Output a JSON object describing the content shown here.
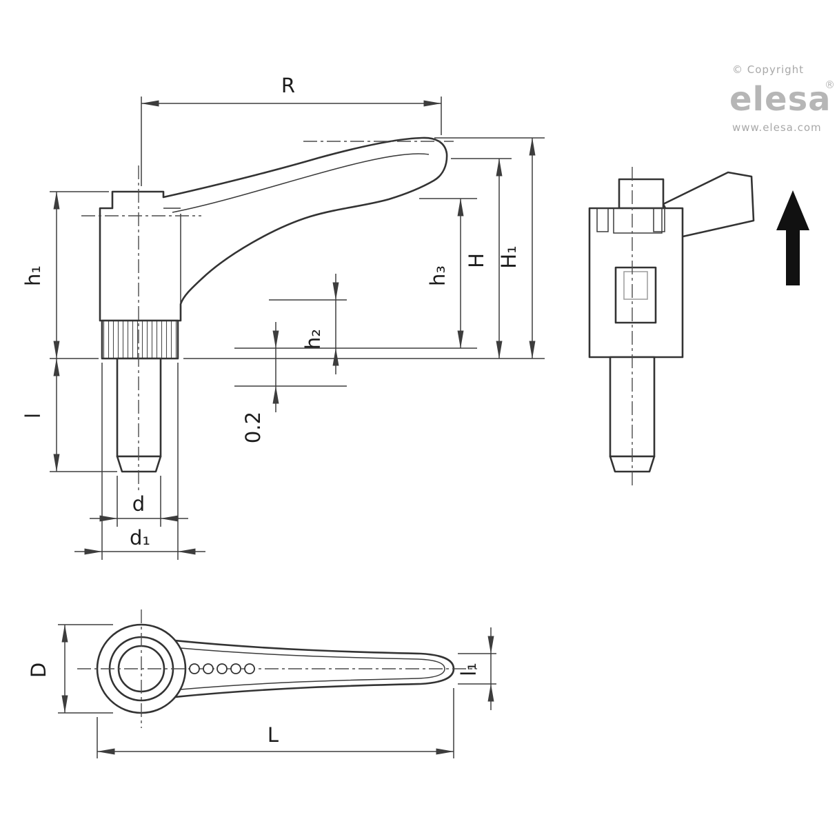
{
  "branding": {
    "copyright": "© Copyright",
    "logo": "elesa",
    "registered": "®",
    "website": "www.elesa.com"
  },
  "labels": {
    "R": "R",
    "h1": "h₁",
    "l": "l",
    "d": "d",
    "d1": "d₁",
    "h2": "h₂",
    "h3": "h₃",
    "H": "H",
    "H1": "H₁",
    "gap": "0.2",
    "D": "D",
    "l1": "l₁",
    "L": "L"
  },
  "colors": {
    "outline": "#333333",
    "dimension": "#3d3d3d",
    "centerline": "#4a4a4a",
    "logo_gray": "#b6b6b6",
    "text_gray": "#a8a8a8",
    "direction_arrow": "#111111"
  }
}
